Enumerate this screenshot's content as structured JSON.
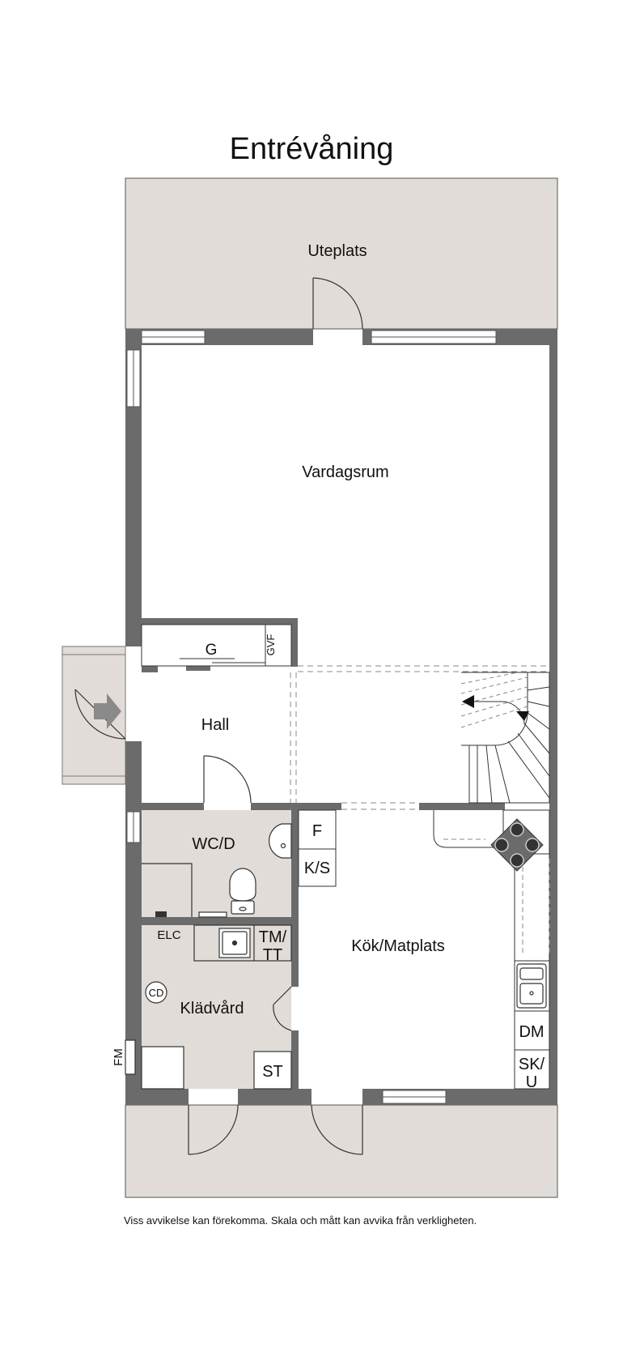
{
  "title": "Entrévåning",
  "rooms": {
    "uteplats": "Uteplats",
    "vardagsrum": "Vardagsrum",
    "hall": "Hall",
    "wc_d": "WC/D",
    "klad_vard": "Klädvård",
    "kok_matplats": "Kök/Matplats"
  },
  "fixtures": {
    "g": "G",
    "gvf": "GVF",
    "f": "F",
    "ks": "K/S",
    "elc": "ELC",
    "tm_line1": "TM/",
    "tm_line2": "TT",
    "cd": "CD",
    "st": "ST",
    "fm": "FM",
    "dm": "DM",
    "sku_line1": "SK/",
    "sku_line2": "U"
  },
  "disclaimer": "Viss avvikelse kan förekomma. Skala och mått kan avvika från verkligheten.",
  "colors": {
    "wall": "#6b6b6b",
    "terrace": "#e1dcd8",
    "wet_room": "#e1dcd8",
    "line": "#333333"
  }
}
